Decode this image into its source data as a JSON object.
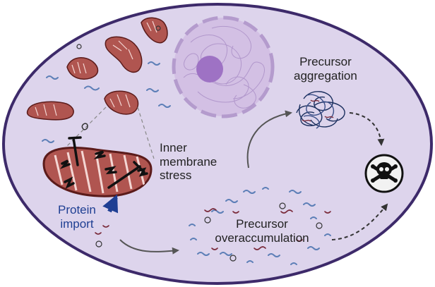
{
  "labels": {
    "inner_membrane_stress": [
      "Inner",
      "membrane",
      "stress"
    ],
    "precursor_aggregation": [
      "Precursor",
      "aggregation"
    ],
    "precursor_overaccumulation": [
      "Precursor",
      "overaccumulation"
    ],
    "protein_import": [
      "Protein",
      "import"
    ]
  },
  "colors": {
    "cell_fill": "#ddd4ec",
    "cell_stroke": "#3d2a6a",
    "mito_fill": "#b05550",
    "mito_stroke": "#5b1b1a",
    "nucleus_fill": "#cdb6e0",
    "nucleolus_fill": "#9e72c4",
    "arrow_blue": "#1f3f93",
    "precursor_blue": "#5d7fb7",
    "skull_fill": "#f2f2f2"
  },
  "icons": {
    "death": "skull-icon"
  }
}
